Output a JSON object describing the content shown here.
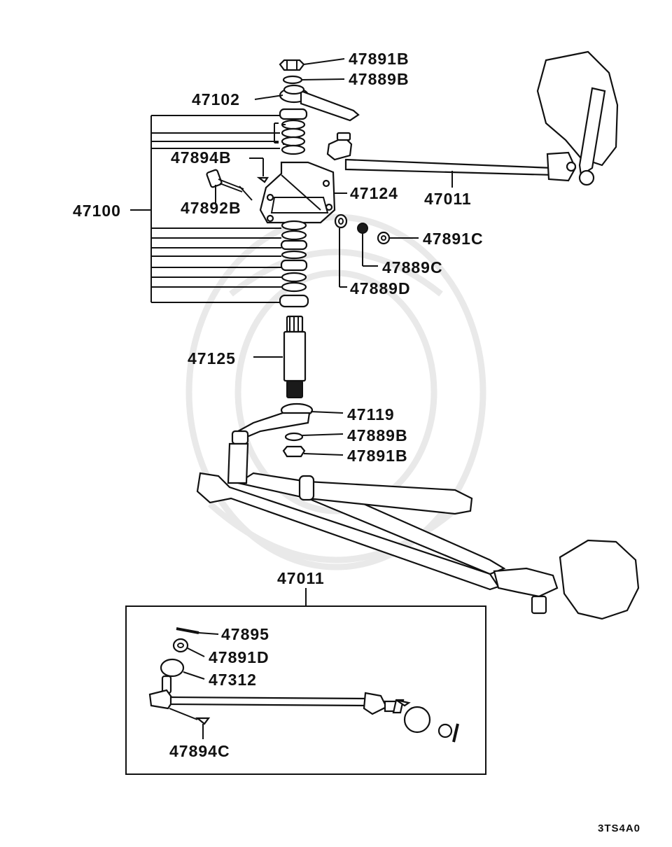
{
  "diagram": {
    "figure_code": "3TS4A0",
    "labels": {
      "p47891B_top": "47891B",
      "p47889B_top": "47889B",
      "p47102": "47102",
      "p47894B": "47894B",
      "p47124": "47124",
      "p47011_top": "47011",
      "p47100": "47100",
      "p47892B": "47892B",
      "p47891C": "47891C",
      "p47889C": "47889C",
      "p47889D": "47889D",
      "p47125": "47125",
      "p47119": "47119",
      "p47889B_bot": "47889B",
      "p47891B_bot": "47891B",
      "p47011_box": "47011",
      "p47895": "47895",
      "p47891D": "47891D",
      "p47312": "47312",
      "p47894C": "47894C"
    }
  }
}
